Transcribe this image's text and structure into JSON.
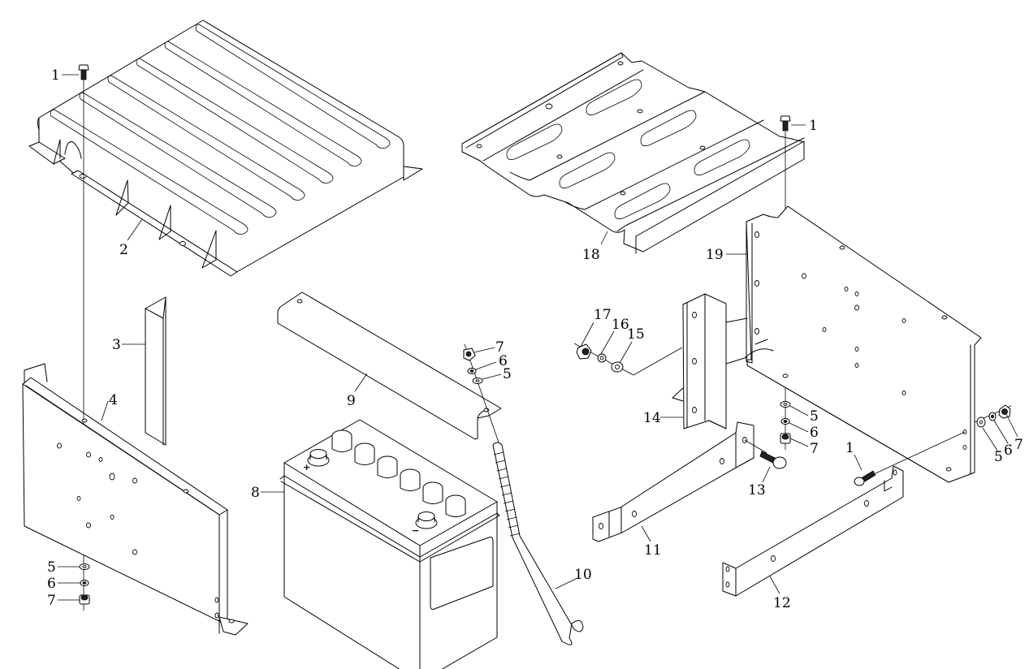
{
  "diagram": {
    "type": "exploded-parts-diagram",
    "subject": "Battery box assembly",
    "background": "#ffffff",
    "line_color": "#000000",
    "battery_terminal_symbols": {
      "positive": "+",
      "negative": "−"
    },
    "callouts": [
      {
        "id": "c1a",
        "label": "1",
        "part": "bolt"
      },
      {
        "id": "c2",
        "label": "2",
        "part": "battery-cover"
      },
      {
        "id": "c3",
        "label": "3",
        "part": "spacer-bracket"
      },
      {
        "id": "c4",
        "label": "4",
        "part": "left-side-plate"
      },
      {
        "id": "c5a",
        "label": "5",
        "part": "flat-washer"
      },
      {
        "id": "c6a",
        "label": "6",
        "part": "lock-washer"
      },
      {
        "id": "c7a",
        "label": "7",
        "part": "nut"
      },
      {
        "id": "c8",
        "label": "8",
        "part": "battery"
      },
      {
        "id": "c9",
        "label": "9",
        "part": "hold-down-bar"
      },
      {
        "id": "c7b",
        "label": "7",
        "part": "nut"
      },
      {
        "id": "c6b",
        "label": "6",
        "part": "lock-washer"
      },
      {
        "id": "c5b",
        "label": "5",
        "part": "flat-washer"
      },
      {
        "id": "c10",
        "label": "10",
        "part": "j-hook-rod"
      },
      {
        "id": "c18",
        "label": "18",
        "part": "battery-tray-top"
      },
      {
        "id": "c1b",
        "label": "1",
        "part": "bolt"
      },
      {
        "id": "c19",
        "label": "19",
        "part": "right-side-plate"
      },
      {
        "id": "c17",
        "label": "17",
        "part": "nut"
      },
      {
        "id": "c16",
        "label": "16",
        "part": "lock-washer"
      },
      {
        "id": "c15",
        "label": "15",
        "part": "flat-washer"
      },
      {
        "id": "c14",
        "label": "14",
        "part": "upright-bracket"
      },
      {
        "id": "c5c",
        "label": "5",
        "part": "flat-washer"
      },
      {
        "id": "c6c",
        "label": "6",
        "part": "lock-washer"
      },
      {
        "id": "c7c",
        "label": "7",
        "part": "nut"
      },
      {
        "id": "c13",
        "label": "13",
        "part": "bolt"
      },
      {
        "id": "c11",
        "label": "11",
        "part": "support-strap"
      },
      {
        "id": "c1c",
        "label": "1",
        "part": "bolt"
      },
      {
        "id": "c12",
        "label": "12",
        "part": "base-bracket"
      },
      {
        "id": "c5d",
        "label": "5",
        "part": "flat-washer"
      },
      {
        "id": "c6d",
        "label": "6",
        "part": "lock-washer"
      },
      {
        "id": "c7d",
        "label": "7",
        "part": "nut"
      }
    ]
  }
}
